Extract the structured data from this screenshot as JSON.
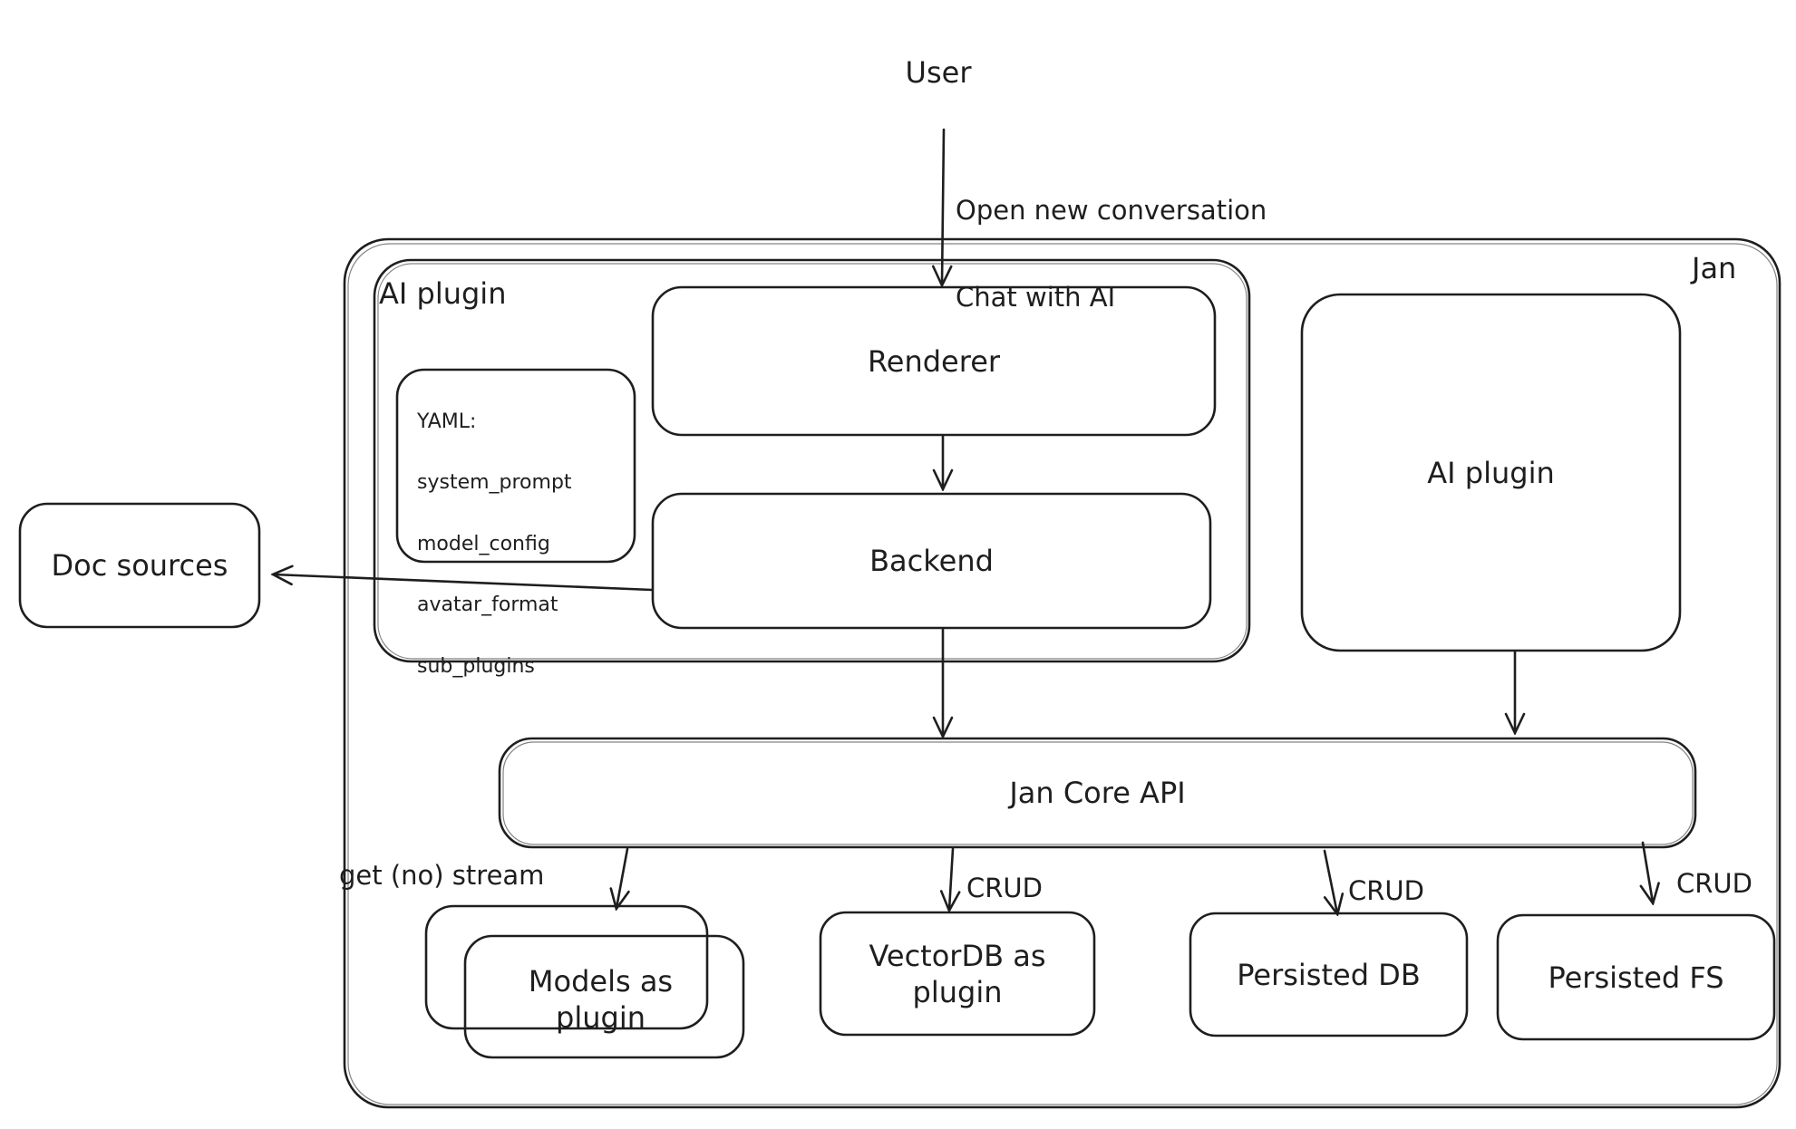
{
  "canvas": {
    "background": "#ffffff",
    "stroke_color": "#1e1e1e"
  },
  "nodes": {
    "user": {
      "label": "User"
    },
    "jan_container": {
      "label": "Jan"
    },
    "ai_plugin_group": {
      "label": "AI plugin"
    },
    "renderer": {
      "label": "Renderer"
    },
    "yaml_note": {
      "lines": [
        "YAML:",
        "system_prompt",
        "model_config",
        "avatar_format",
        "sub_plugins"
      ]
    },
    "backend": {
      "label": "Backend"
    },
    "doc_sources": {
      "label": "Doc sources"
    },
    "ai_plugin_right": {
      "label": "AI plugin"
    },
    "jan_core_api": {
      "label": "Jan Core API"
    },
    "models_plugin": {
      "label": "Models as plugin"
    },
    "vectordb_plugin": {
      "label": "VectorDB as plugin"
    },
    "persisted_db": {
      "label": "Persisted DB"
    },
    "persisted_fs": {
      "label": "Persisted FS"
    }
  },
  "edge_labels": {
    "user_line1": "Open new conversation",
    "user_line2": "Chat with AI",
    "get_stream": "get (no) stream",
    "crud_vectordb": "CRUD",
    "crud_persisted_db": "CRUD",
    "crud_persisted_fs": "CRUD"
  }
}
